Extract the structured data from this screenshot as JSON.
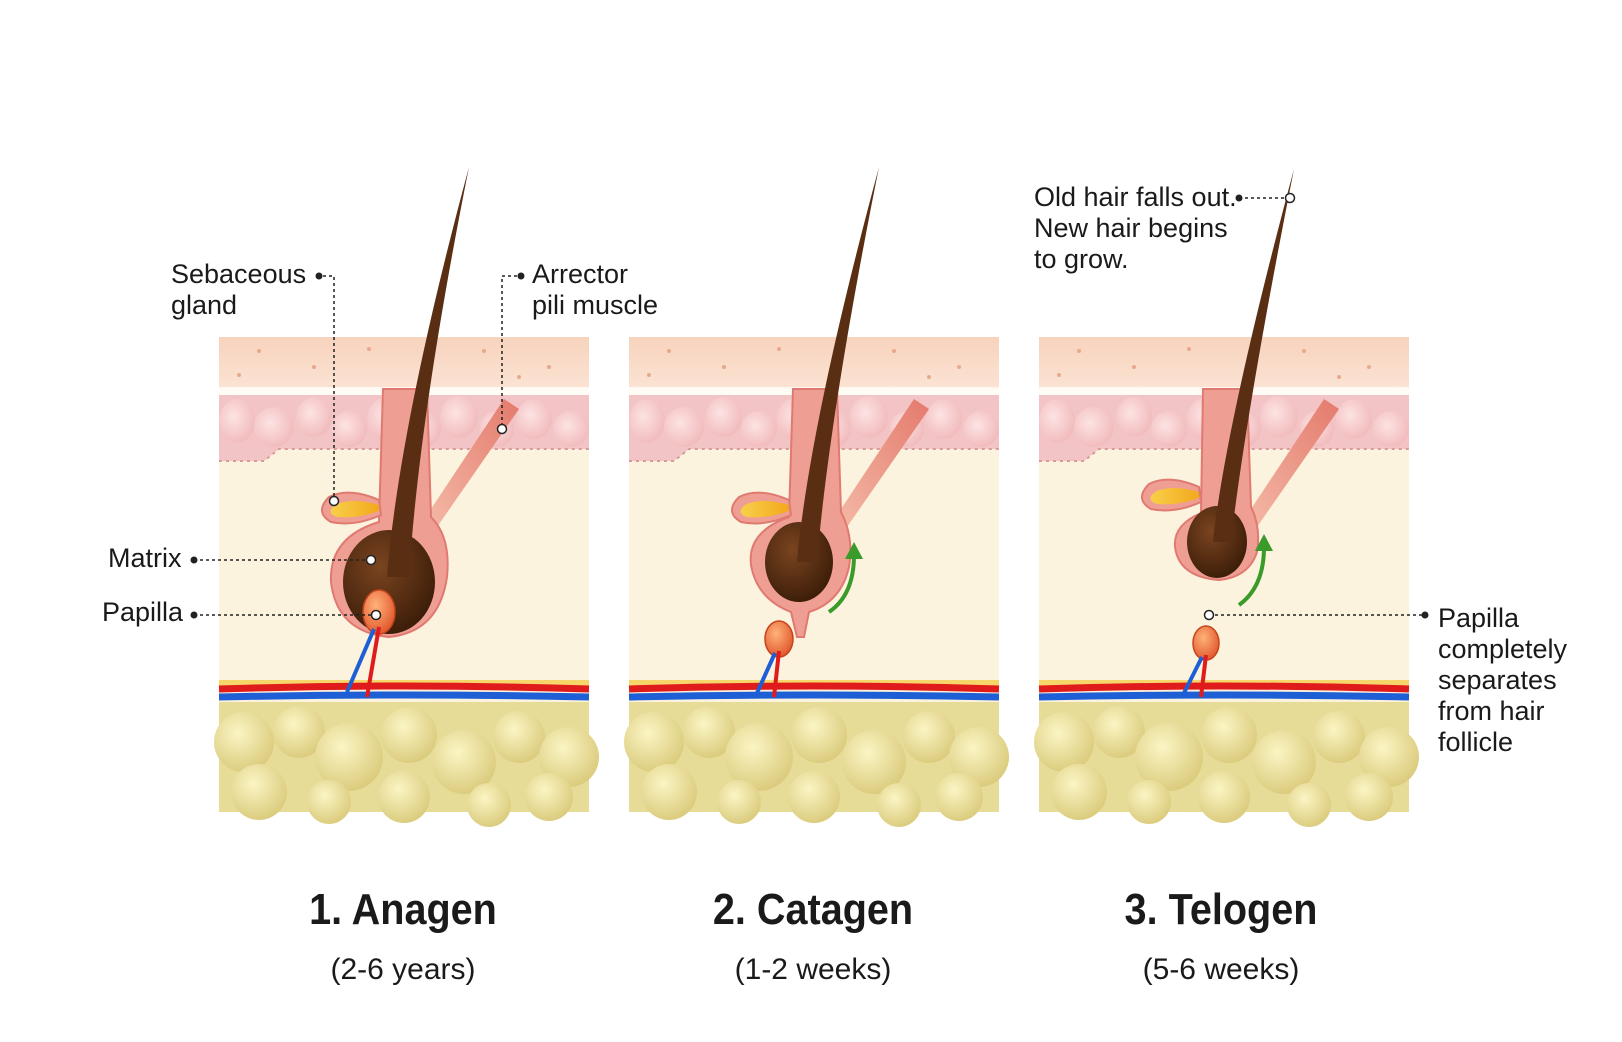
{
  "labels": {
    "sebaceous_gland": "Sebaceous\ngland",
    "arrector_pili": "Arrector\npili muscle",
    "matrix": "Matrix",
    "papilla": "Papilla",
    "old_hair": "Old hair falls out.\nNew hair begins\nto grow.",
    "papilla_separates": "Papilla\ncompletely\nseparates\nfrom hair\nfollicle"
  },
  "stages": [
    {
      "title": "1. Anagen",
      "duration": "(2-6 years)"
    },
    {
      "title": "2. Catagen",
      "duration": "(1-2 weeks)"
    },
    {
      "title": "3. Telogen",
      "duration": "(5-6 weeks)"
    }
  ],
  "colors": {
    "epidermis": "#f9d6c0",
    "dermis_upper": "#f7cfcf",
    "dermis": "#fbf3de",
    "fat": "#e8dc96",
    "hair": "#5a2e12",
    "follicle": "#ef9e94",
    "gland": "#f6c531",
    "artery": "#e01b1b",
    "vein": "#1f5fd6",
    "arrow": "#3a9a2a"
  }
}
